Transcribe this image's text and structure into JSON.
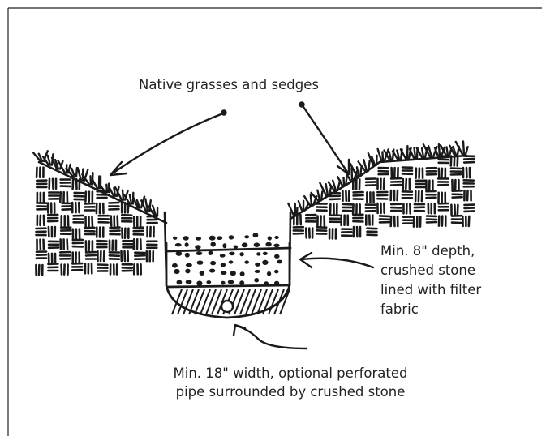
{
  "labels": {
    "plants": "Native grasses and  sedges",
    "depth": [
      "Min. 8\" depth,",
      "crushed stone",
      "lined with filter",
      "fabric"
    ],
    "width": [
      "Min. 18\" width, optional perforated",
      "pipe surrounded by crushed stone"
    ]
  },
  "colors": {
    "ink": "#1a1a1a",
    "frame": "#222222",
    "background": "#ffffff"
  }
}
